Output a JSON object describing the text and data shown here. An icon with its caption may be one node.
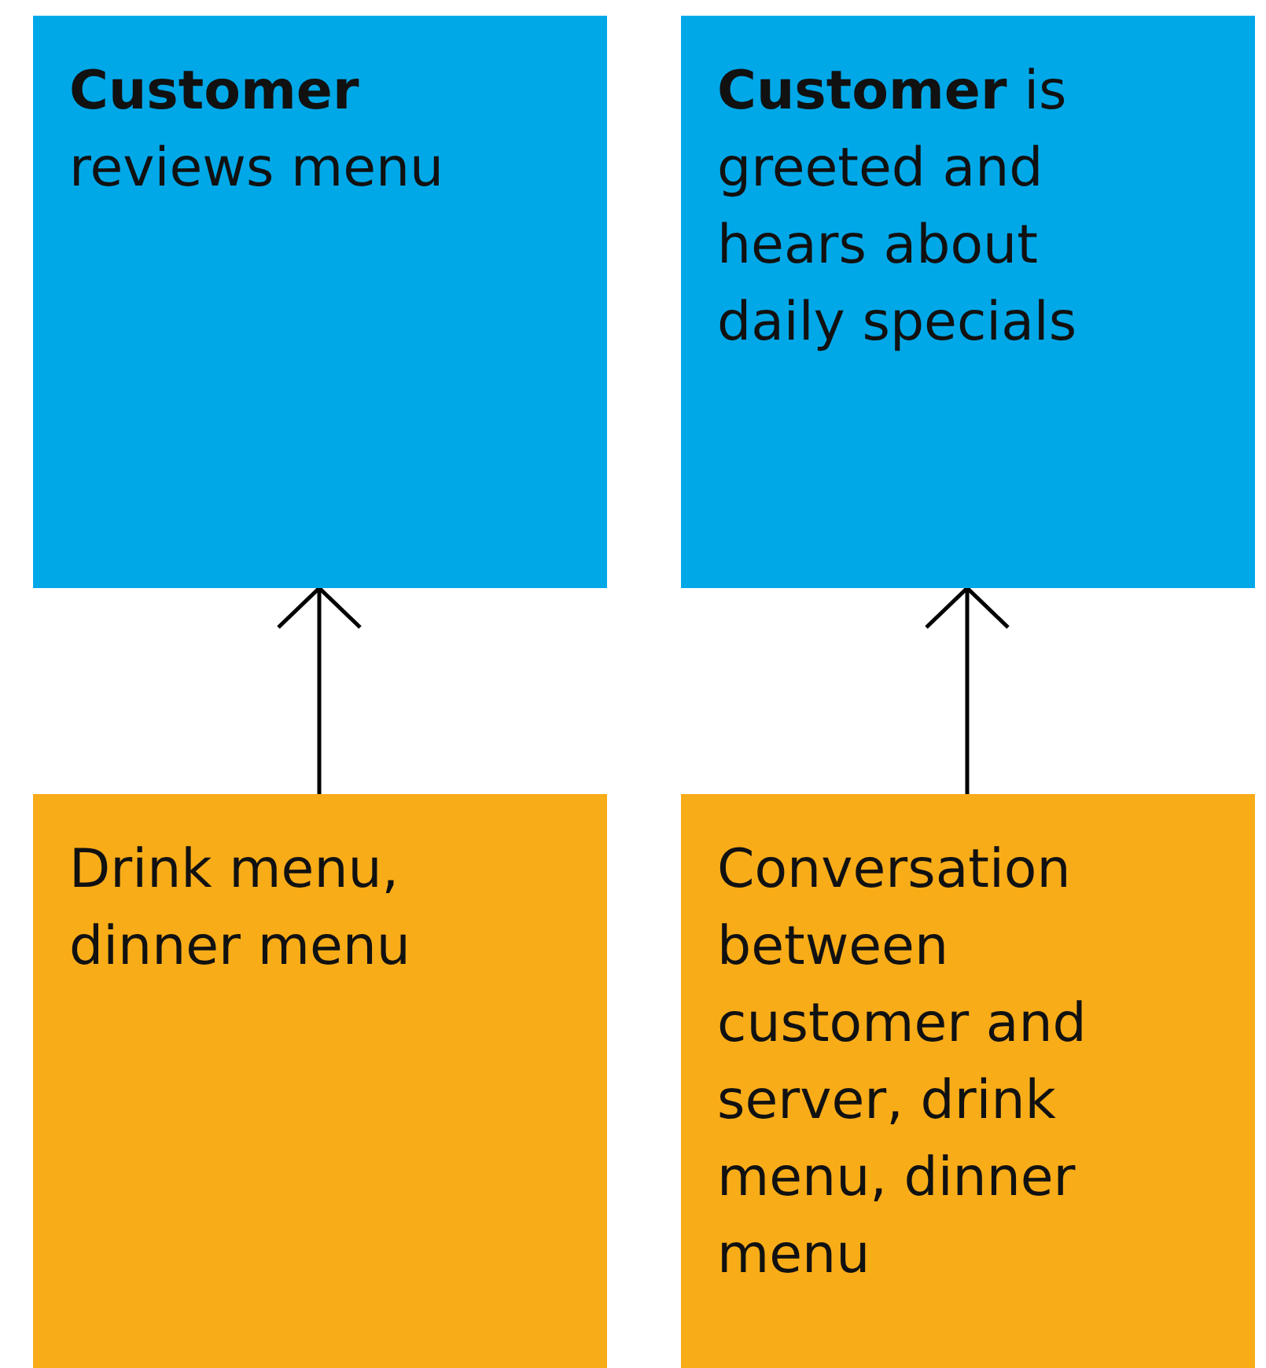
{
  "diagram": {
    "nodes": [
      {
        "text": [
          "**Customer** reviews menu"
        ]
      },
      {
        "text": [
          "**Customer** is greeted and hears about daily specials"
        ]
      },
      {
        "text": [
          "Drink menu, dinner menu"
        ]
      },
      {
        "text": [
          "Conversation between customer and server, drink menu, dinner menu"
        ]
      }
    ],
    "edges": [
      {
        "from": 2,
        "to": 0,
        "arrow": "to"
      },
      {
        "from": 3,
        "to": 1,
        "arrow": "to"
      }
    ]
  }
}
